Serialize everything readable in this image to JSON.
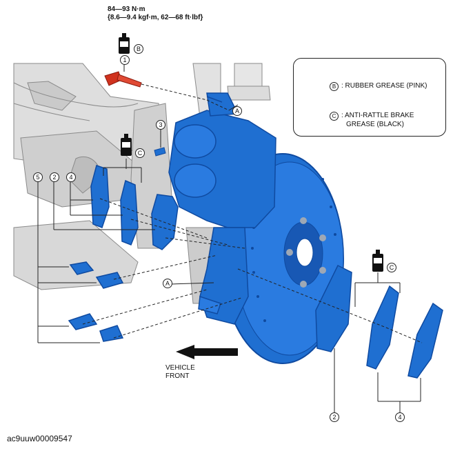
{
  "torque": {
    "line1": "84—93 N·m",
    "line2": "{8.6—9.4 kgf·m, 62—68 ft·lbf}"
  },
  "legend": {
    "items": [
      {
        "marker": "B",
        "text": ": RUBBER GREASE (PINK)"
      },
      {
        "marker": "C",
        "text_line1": ": ANTI-RATTLE BRAKE",
        "text_line2": "GREASE (BLACK)"
      }
    ]
  },
  "callouts": {
    "num1": "1",
    "num2a": "2",
    "num2b": "2",
    "num3": "3",
    "num4a": "4",
    "num4b": "4",
    "num5": "5",
    "ref_a1": "A",
    "ref_a2": "A",
    "grease_b": "B",
    "grease_c1": "C",
    "grease_c2": "C"
  },
  "direction": {
    "line1": "VEHICLE",
    "line2": "FRONT"
  },
  "figure_id": "ac9uuw00009547",
  "colors": {
    "part_blue": "#1f6fd1",
    "part_blue_dark": "#0f4aa0",
    "bolt_red": "#d0321e",
    "chassis_gray": "#c9c9c9",
    "line": "#222222"
  },
  "icons": {
    "grease_tube": "grease-tube-icon",
    "arrow": "vehicle-front-arrow-icon"
  }
}
